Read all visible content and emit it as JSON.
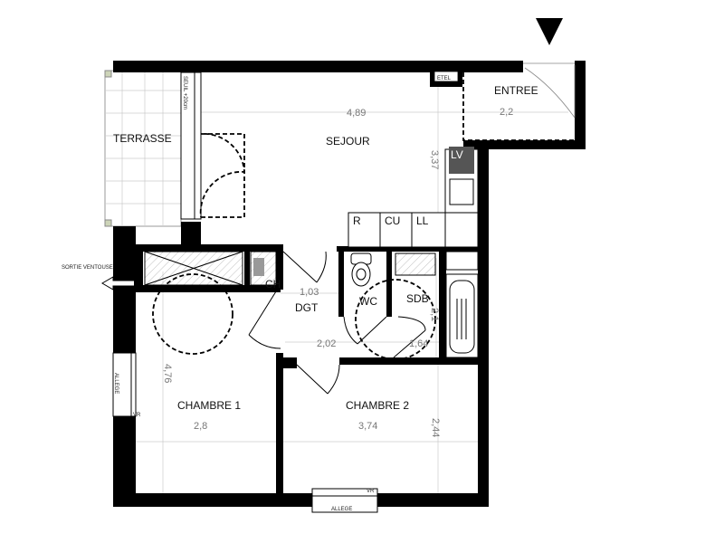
{
  "plan": {
    "rooms": {
      "terrasse": "TERRASSE",
      "sejour": "SEJOUR",
      "entree": "ENTREE",
      "dgt": "DGT",
      "wc": "WC",
      "sdb": "SDB",
      "chambre1": "CHAMBRE 1",
      "chambre2": "CHAMBRE 2"
    },
    "fixtures": {
      "etel": "ETEL",
      "seuil": "SEUIL +20cm",
      "lv": "LV",
      "r": "R",
      "cu": "CU",
      "ll": "LL",
      "ch": "CH",
      "allege_left": "ALLEGE",
      "allege_bottom": "ALLEGE",
      "vr_left": "VR",
      "vr_bottom": "VR",
      "sortie_ventouse": "SORTIE VENTOUSE"
    },
    "dimensions": {
      "sejour_width": "4,89",
      "entree_width": "2,2",
      "sejour_depth": "3,37",
      "dgt_top": "1,03",
      "dgt_width": "2,02",
      "sdb_depth": "2,1",
      "sdb_width": "1,64",
      "chambre1_depth": "4,76",
      "chambre1_width": "2,8",
      "chambre2_width": "3,74",
      "chambre2_depth": "2,44"
    },
    "entrance_marker": "triangle-down-icon"
  }
}
